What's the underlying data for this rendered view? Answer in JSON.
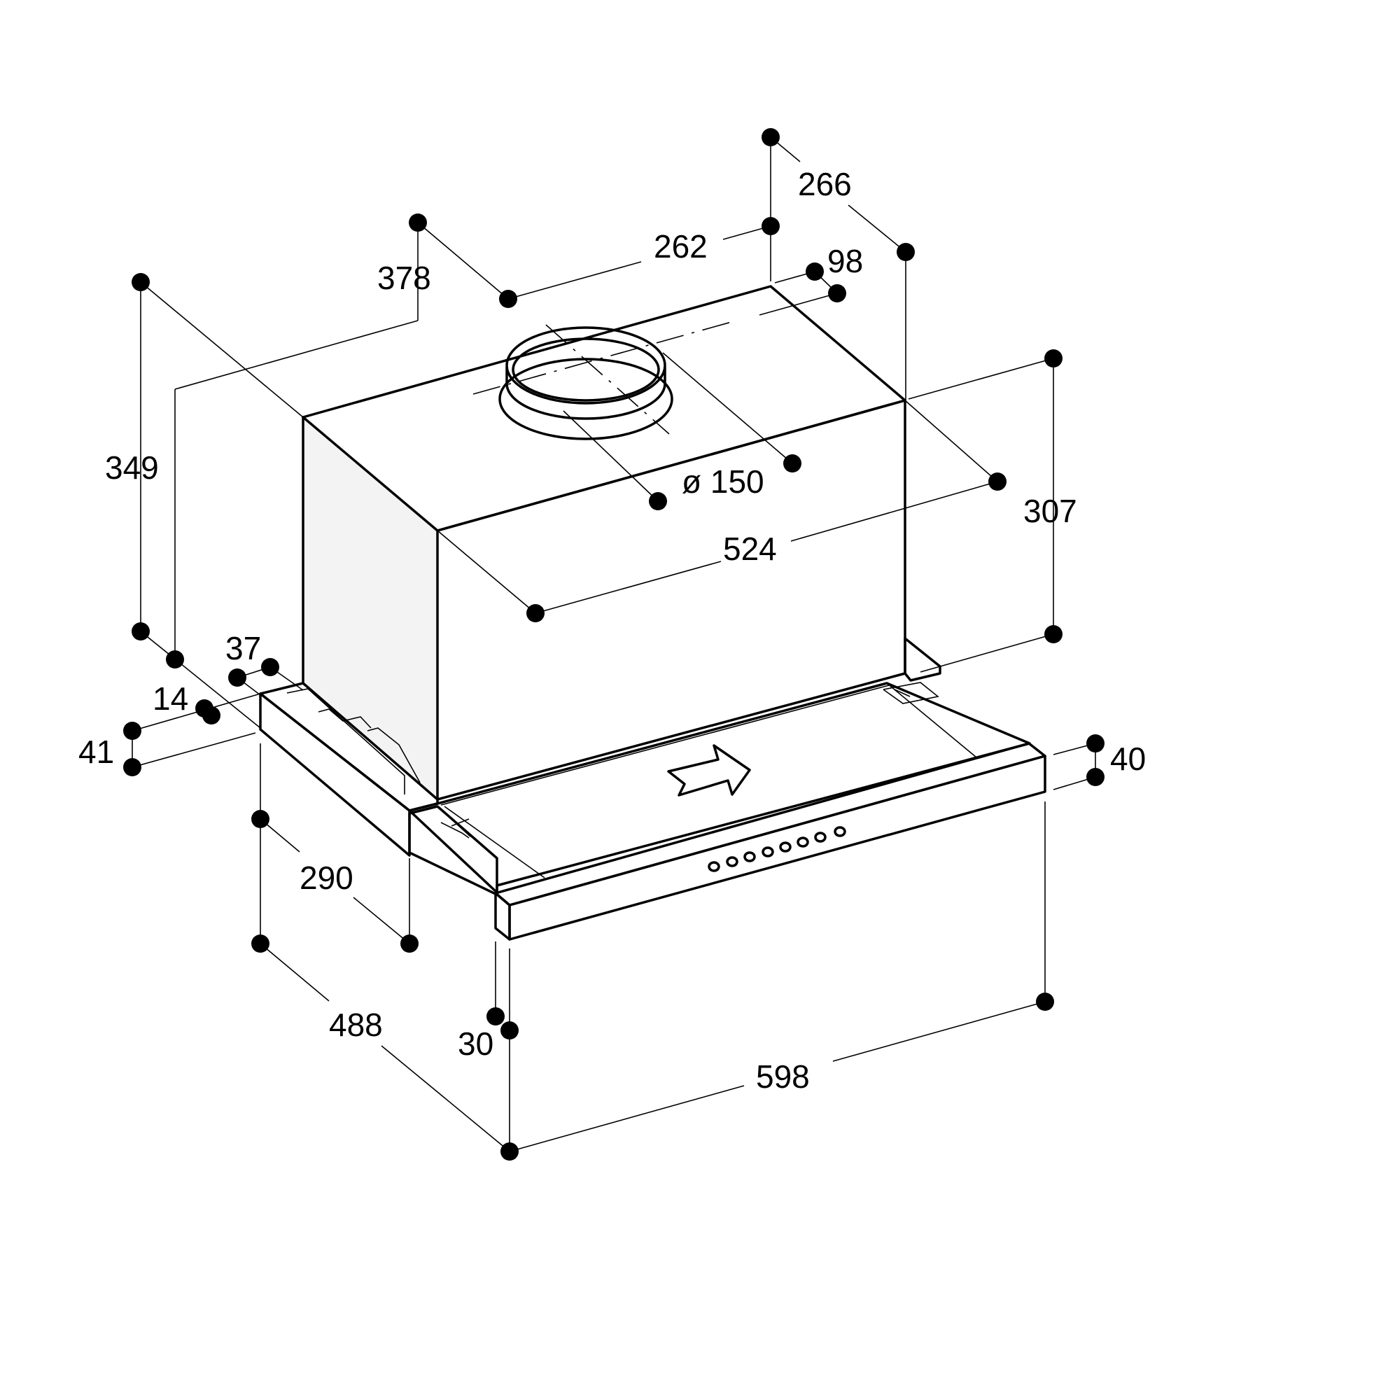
{
  "diagram": {
    "dimensions": {
      "total_height_max": "349",
      "duct_depth_offset": "378",
      "chimney_width": "262",
      "chimney_depth": "266",
      "chimney_offset": "98",
      "duct_diameter": "ø 150",
      "body_width": "524",
      "body_height": "307",
      "slider_depth": "37",
      "rail_offset": "14",
      "base_height": "41",
      "panel_height": "40",
      "extension_depth": "290",
      "total_depth": "488",
      "front_offset": "30",
      "total_width": "598"
    },
    "colors": {
      "line": "#000000",
      "side_panel": "#f3f3f3",
      "background": "#ffffff"
    },
    "icons": [
      "pull-out-arrow-icon",
      "control-buttons"
    ]
  }
}
